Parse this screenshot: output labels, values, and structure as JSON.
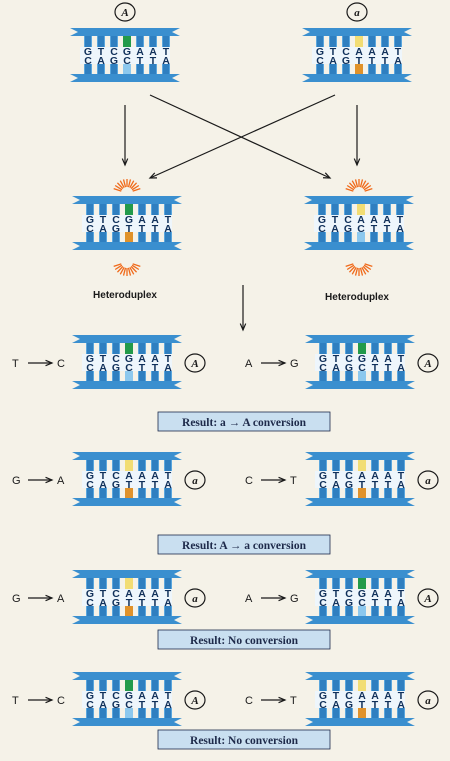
{
  "colors": {
    "backbone": "#3a8fcf",
    "rung": "#2f7fc0",
    "green": "#239a4a",
    "yellow": "#f2dd73",
    "orange": "#e0922a",
    "light": "#8cc8ee",
    "red": "#e04040",
    "burst": "#f06a1a",
    "resultBox": "#c9dff0",
    "text": "#1a1a1a"
  },
  "top": {
    "left": {
      "allele": "A",
      "top": "GTCGAAT",
      "bottom": "CAGCTTA"
    },
    "right": {
      "allele": "a",
      "top": "GTCAAAT",
      "bottom": "CAGTTTA"
    }
  },
  "heteroduplex": {
    "left": {
      "top": "GTC",
      "mid_top": "G",
      "mid_bot": "T",
      "top_rest": "AAT",
      "bottom": "CAG",
      "bottom_rest": "TTA",
      "label": "Heteroduplex"
    },
    "right": {
      "top": "GTC",
      "mid_top": "A",
      "mid_bot": "C",
      "top_rest": "AAT",
      "bottom": "CAG",
      "bottom_rest": "TTA",
      "label": "Heteroduplex"
    }
  },
  "rows": [
    {
      "result": "Result: a → A conversion",
      "left": {
        "change": [
          "T",
          "C"
        ],
        "allele": "A",
        "top": "GTCGAAT",
        "bottom": "CAGCTTA",
        "type": "A"
      },
      "right": {
        "change": [
          "A",
          "G"
        ],
        "allele": "A",
        "top": "GTCGAAT",
        "bottom": "CAGCTTA",
        "type": "A"
      }
    },
    {
      "result": "Result: A → a conversion",
      "left": {
        "change": [
          "G",
          "A"
        ],
        "allele": "a",
        "top": "GTCAAAT",
        "bottom": "CAGTTTA",
        "type": "a"
      },
      "right": {
        "change": [
          "C",
          "T"
        ],
        "allele": "a",
        "top": "GTCAAAT",
        "bottom": "CAGTTTA",
        "type": "a"
      }
    },
    {
      "result": "Result: No conversion",
      "left": {
        "change": [
          "G",
          "A"
        ],
        "allele": "a",
        "top": "GTCAAAT",
        "bottom": "CAGTTTA",
        "type": "a"
      },
      "right": {
        "change": [
          "A",
          "G"
        ],
        "allele": "A",
        "top": "GTCGAAT",
        "bottom": "CAGCTTA",
        "type": "A"
      }
    },
    {
      "result": "Result: No conversion",
      "left": {
        "change": [
          "T",
          "C"
        ],
        "allele": "A",
        "top": "GTCGAAT",
        "bottom": "CAGCTTA",
        "type": "A"
      },
      "right": {
        "change": [
          "C",
          "T"
        ],
        "allele": "a",
        "top": "GTCAAAT",
        "bottom": "CAGTTTA",
        "type": "a"
      }
    }
  ]
}
